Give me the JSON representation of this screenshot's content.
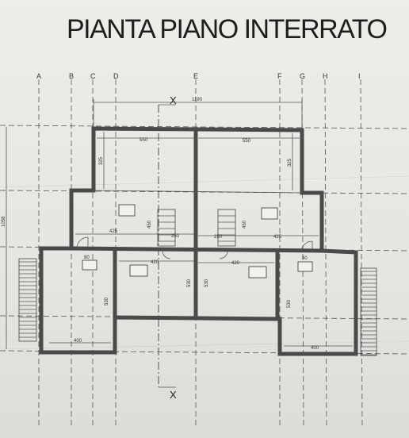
{
  "drawing": {
    "title": "PIANTA PIANO INTERRATO",
    "axes": [
      "A",
      "B",
      "C",
      "D",
      "E",
      "F",
      "G",
      "H",
      "I"
    ],
    "section_mark": "X",
    "dimensions": {
      "overall_top": "1190",
      "room_top_left": "550",
      "room_top_right": "550",
      "left_upper_height": "325",
      "right_upper_height": "325",
      "left_mid_width": "425",
      "right_mid_width": "425",
      "stair_left_height": "450",
      "stair_right_height": "450",
      "mid_left_width": "420",
      "mid_right_width": "420",
      "stair_left_bottom": "250",
      "stair_right_bottom": "250",
      "left_lower_height": "530",
      "right_lower_height": "530",
      "left_bottom_width": "400",
      "right_bottom_width": "400",
      "center_left_height": "530",
      "center_right_height": "530",
      "overall_left_height": "1058",
      "small_left": "80",
      "small_right": "80"
    }
  }
}
